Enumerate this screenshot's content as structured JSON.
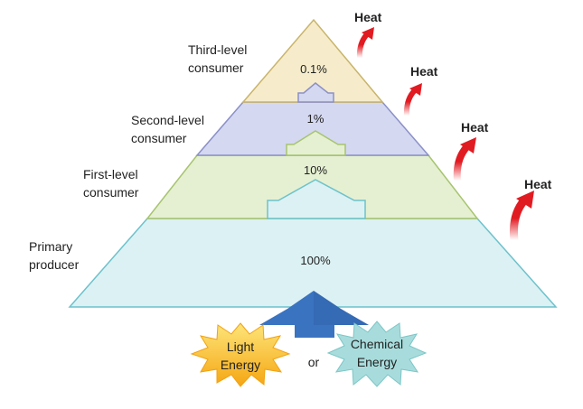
{
  "levels": [
    {
      "label_line1": "Third-level",
      "label_line2": "consumer",
      "percent": "0.1%",
      "color": "#f6eccb",
      "stroke": "#c9b46a"
    },
    {
      "label_line1": "Second-level",
      "label_line2": "consumer",
      "percent": "1%",
      "color": "#d4d8f0",
      "stroke": "#8b90c8"
    },
    {
      "label_line1": "First-level",
      "label_line2": "consumer",
      "percent": "10%",
      "color": "#e5f0d2",
      "stroke": "#a7c46e"
    },
    {
      "label_line1": "Primary",
      "label_line2": "producer",
      "percent": "100%",
      "color": "#dcf1f3",
      "stroke": "#6cc2cc"
    }
  ],
  "heat_label": "Heat",
  "heat_color": "#e11b22",
  "energy": {
    "light_line1": "Light",
    "light_line2": "Energy",
    "or": "or",
    "chemical_line1": "Chemical",
    "chemical_line2": "Energy",
    "light_color": "#f7b81a",
    "chemical_color": "#a8dcdc",
    "input_arrow_color": "#3a73c0"
  }
}
